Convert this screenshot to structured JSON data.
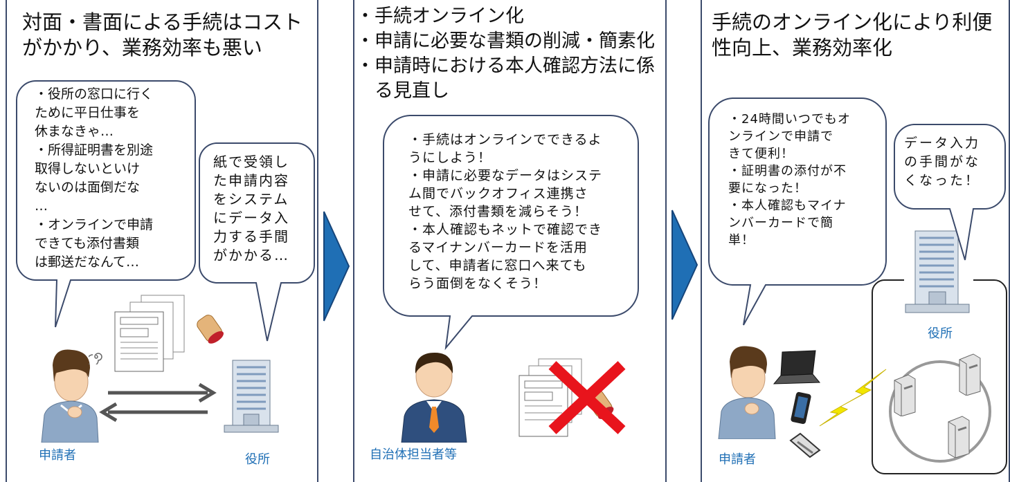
{
  "panels": [
    {
      "title": "対面・書面による手続はコスト\nがかかり、業務効率も悪い",
      "bubble_applicant": "・役所の窓口に行く\nために平日仕事を\n休まなきゃ…\n・所得証明書を別途\n取得しないといけ\nないのは面倒だな\n…\n・オンラインで申請\nできても添付書類\nは郵送だなんて…",
      "bubble_office": "紙で受領し\nた申請内容\nをシステム\nにデータ入\n力する手間\nがかかる…",
      "label_applicant": "申請者",
      "label_office": "役所"
    },
    {
      "title": "・手続オンライン化\n・申請に必要な書類の削減・簡素化\n・申請時における本人確認方法に係\n　る見直し",
      "bubble_staff": "・手続はオンラインでできるよ\nうにしよう！\n・申請に必要なデータはシステ\nム間でバックオフィス連携さ\nせて、添付書類を減らそう！\n・本人確認もネットで確認でき\nるマイナンバーカードを活用\nして、申請者に窓口へ来ても\nらう面倒をなくそう！",
      "label_staff": "自治体担当者等"
    },
    {
      "title": "手続のオンライン化により利便\n性向上、業務効率化",
      "bubble_applicant": "・24時間いつでもオ\nンラインで申請で\nきて便利！\n・証明書の添付が不\n要になった！\n・本人確認もマイナ\nンバーカードで簡\n単！",
      "bubble_office": "データ入力\nの手間がな\nくなった！",
      "label_office": "役所",
      "label_applicant": "申請者"
    }
  ],
  "colors": {
    "border": "#3b4a6b",
    "arrow": "#1f6fb5",
    "label": "#1f6fb5",
    "cross": "#e8141c",
    "lightning": "#f2e600"
  },
  "icons": [
    "person-thinking-icon",
    "documents-icon",
    "seal-stamp-icon",
    "office-building-icon",
    "exchange-arrows-icon",
    "staff-person-icon",
    "red-cross-icon",
    "laptop-icon",
    "smartphone-icon",
    "card-icon",
    "lightning-icon",
    "server-icon"
  ]
}
